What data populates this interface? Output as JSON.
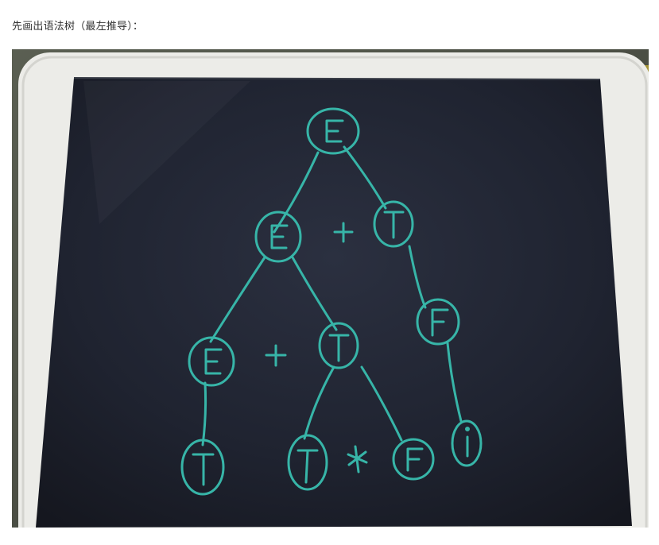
{
  "caption": "先画出语法树（最左推导）：",
  "photo": {
    "subject": "drawing-tablet-with-syntax-tree",
    "tree": {
      "root": "E",
      "nodes": [
        "E",
        "E",
        "+",
        "T",
        "E",
        "+",
        "T",
        "F",
        "T",
        "T",
        "*",
        "F",
        "i"
      ]
    },
    "ink_color": "#37b5a8",
    "screen_color": "#222633",
    "frame_color": "#e9e9e6"
  }
}
